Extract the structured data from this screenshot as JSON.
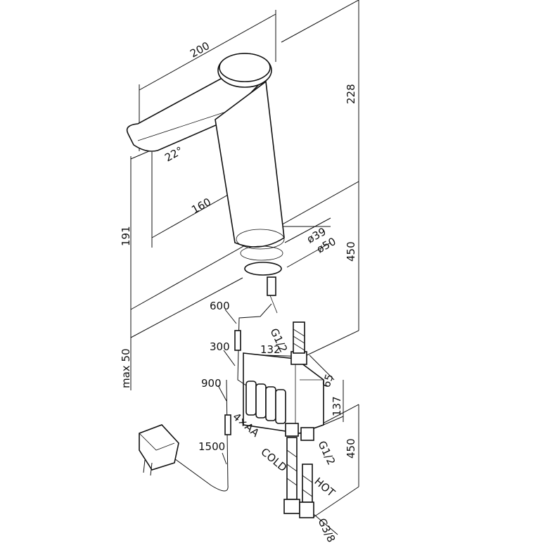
{
  "dimensions": {
    "spout_length": "200",
    "overall_height": "228",
    "spout_angle": "22°",
    "spout_reach": "160",
    "outlet_height": "191",
    "d39": "ø39",
    "d50": "ø50",
    "shank_450": "450",
    "worktop_max": "max 50",
    "cable_600": "600",
    "cable_300": "300",
    "cable_900": "900",
    "cable_1500": "1500",
    "box_width": "132",
    "box_depth": "65",
    "box_height": "137",
    "hose_450": "450",
    "thread_top": "G1/2",
    "thread_box": "G1/2",
    "thread_bottom": "G3/8",
    "batteries": "4×AA",
    "cold": "COLD",
    "hot": "HOT"
  },
  "colors": {
    "ink": "#111111",
    "paper": "#ffffff"
  }
}
